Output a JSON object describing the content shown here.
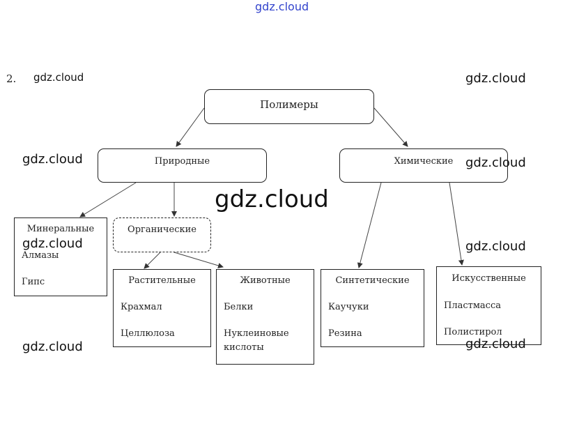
{
  "watermark_top": "gdz.cloud",
  "watermark": "gdz.cloud",
  "number": "2.",
  "nodes": {
    "polymers": "Полимеры",
    "natural": "Природные",
    "chemical": "Химические",
    "mineral": {
      "title": "Минеральные",
      "items": [
        "Алмазы",
        "Гипс"
      ]
    },
    "organic": "Органические",
    "plant": {
      "title": "Растительные",
      "items": [
        "Крахмал",
        "Целлюлоза"
      ]
    },
    "animal": {
      "title": "Животные",
      "items": [
        "Белки",
        "Нуклеиновые кислоты"
      ]
    },
    "synthetic": {
      "title": "Синтетические",
      "items": [
        "Каучуки",
        "Резина"
      ]
    },
    "artificial": {
      "title": "Искусственные",
      "items": [
        "Пластмасса",
        "Полистирол"
      ]
    }
  }
}
